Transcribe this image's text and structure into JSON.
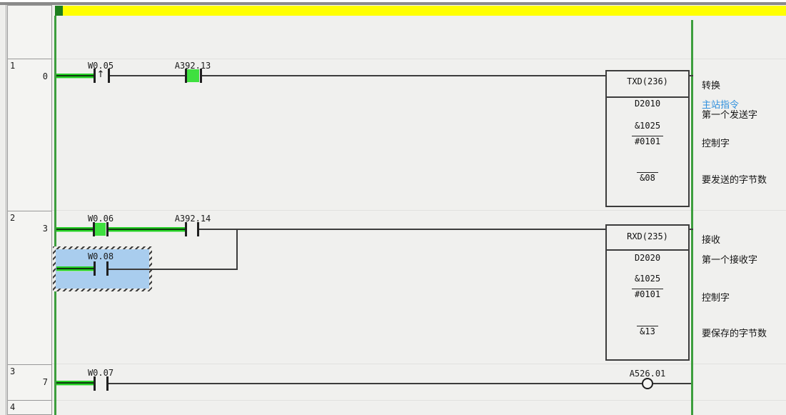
{
  "editor": {
    "colors": {
      "highlight_yellow": "#ffff00",
      "marker_green": "#1e7e1e",
      "bus_bar_green": "#3d9e3d",
      "power_flow_green": "#24cf24",
      "energized_green": "#3fe03f",
      "selection_blue": "#a9cdee",
      "comment_blue": "#2e8fdd",
      "background": "#f0f0ee"
    }
  },
  "margin": {
    "cells": [
      {
        "rung": "",
        "step": ""
      },
      {
        "rung": "1",
        "step": "0"
      },
      {
        "rung": "2",
        "step": "3"
      },
      {
        "rung": "3",
        "step": "7"
      },
      {
        "rung": "4",
        "step": ""
      }
    ]
  },
  "rung1": {
    "contact1_label": "W0.05",
    "contact1_symbol": "↑",
    "contact2_label": "A392.13",
    "instruction": {
      "title": "TXD(236)",
      "operand1": "D2010",
      "operand1_value": "&1025",
      "operand2": "#0101",
      "operand3": "&08"
    },
    "comments": {
      "c1": "转换",
      "c2": "主站指令",
      "c3": "第一个发送字",
      "c4": "控制字",
      "c5": "要发送的字节数"
    }
  },
  "rung2": {
    "contact1_label": "W0.06",
    "contact2_label": "A392.14",
    "branch_contact_label": "W0.08",
    "instruction": {
      "title": "RXD(235)",
      "operand1": "D2020",
      "operand1_value": "&1025",
      "operand2": "#0101",
      "operand3": "&13"
    },
    "comments": {
      "c1": "接收",
      "c2": "第一个接收字",
      "c3": "控制字",
      "c4": "要保存的字节数"
    }
  },
  "rung3": {
    "contact1_label": "W0.07",
    "coil_label": "A526.01"
  }
}
